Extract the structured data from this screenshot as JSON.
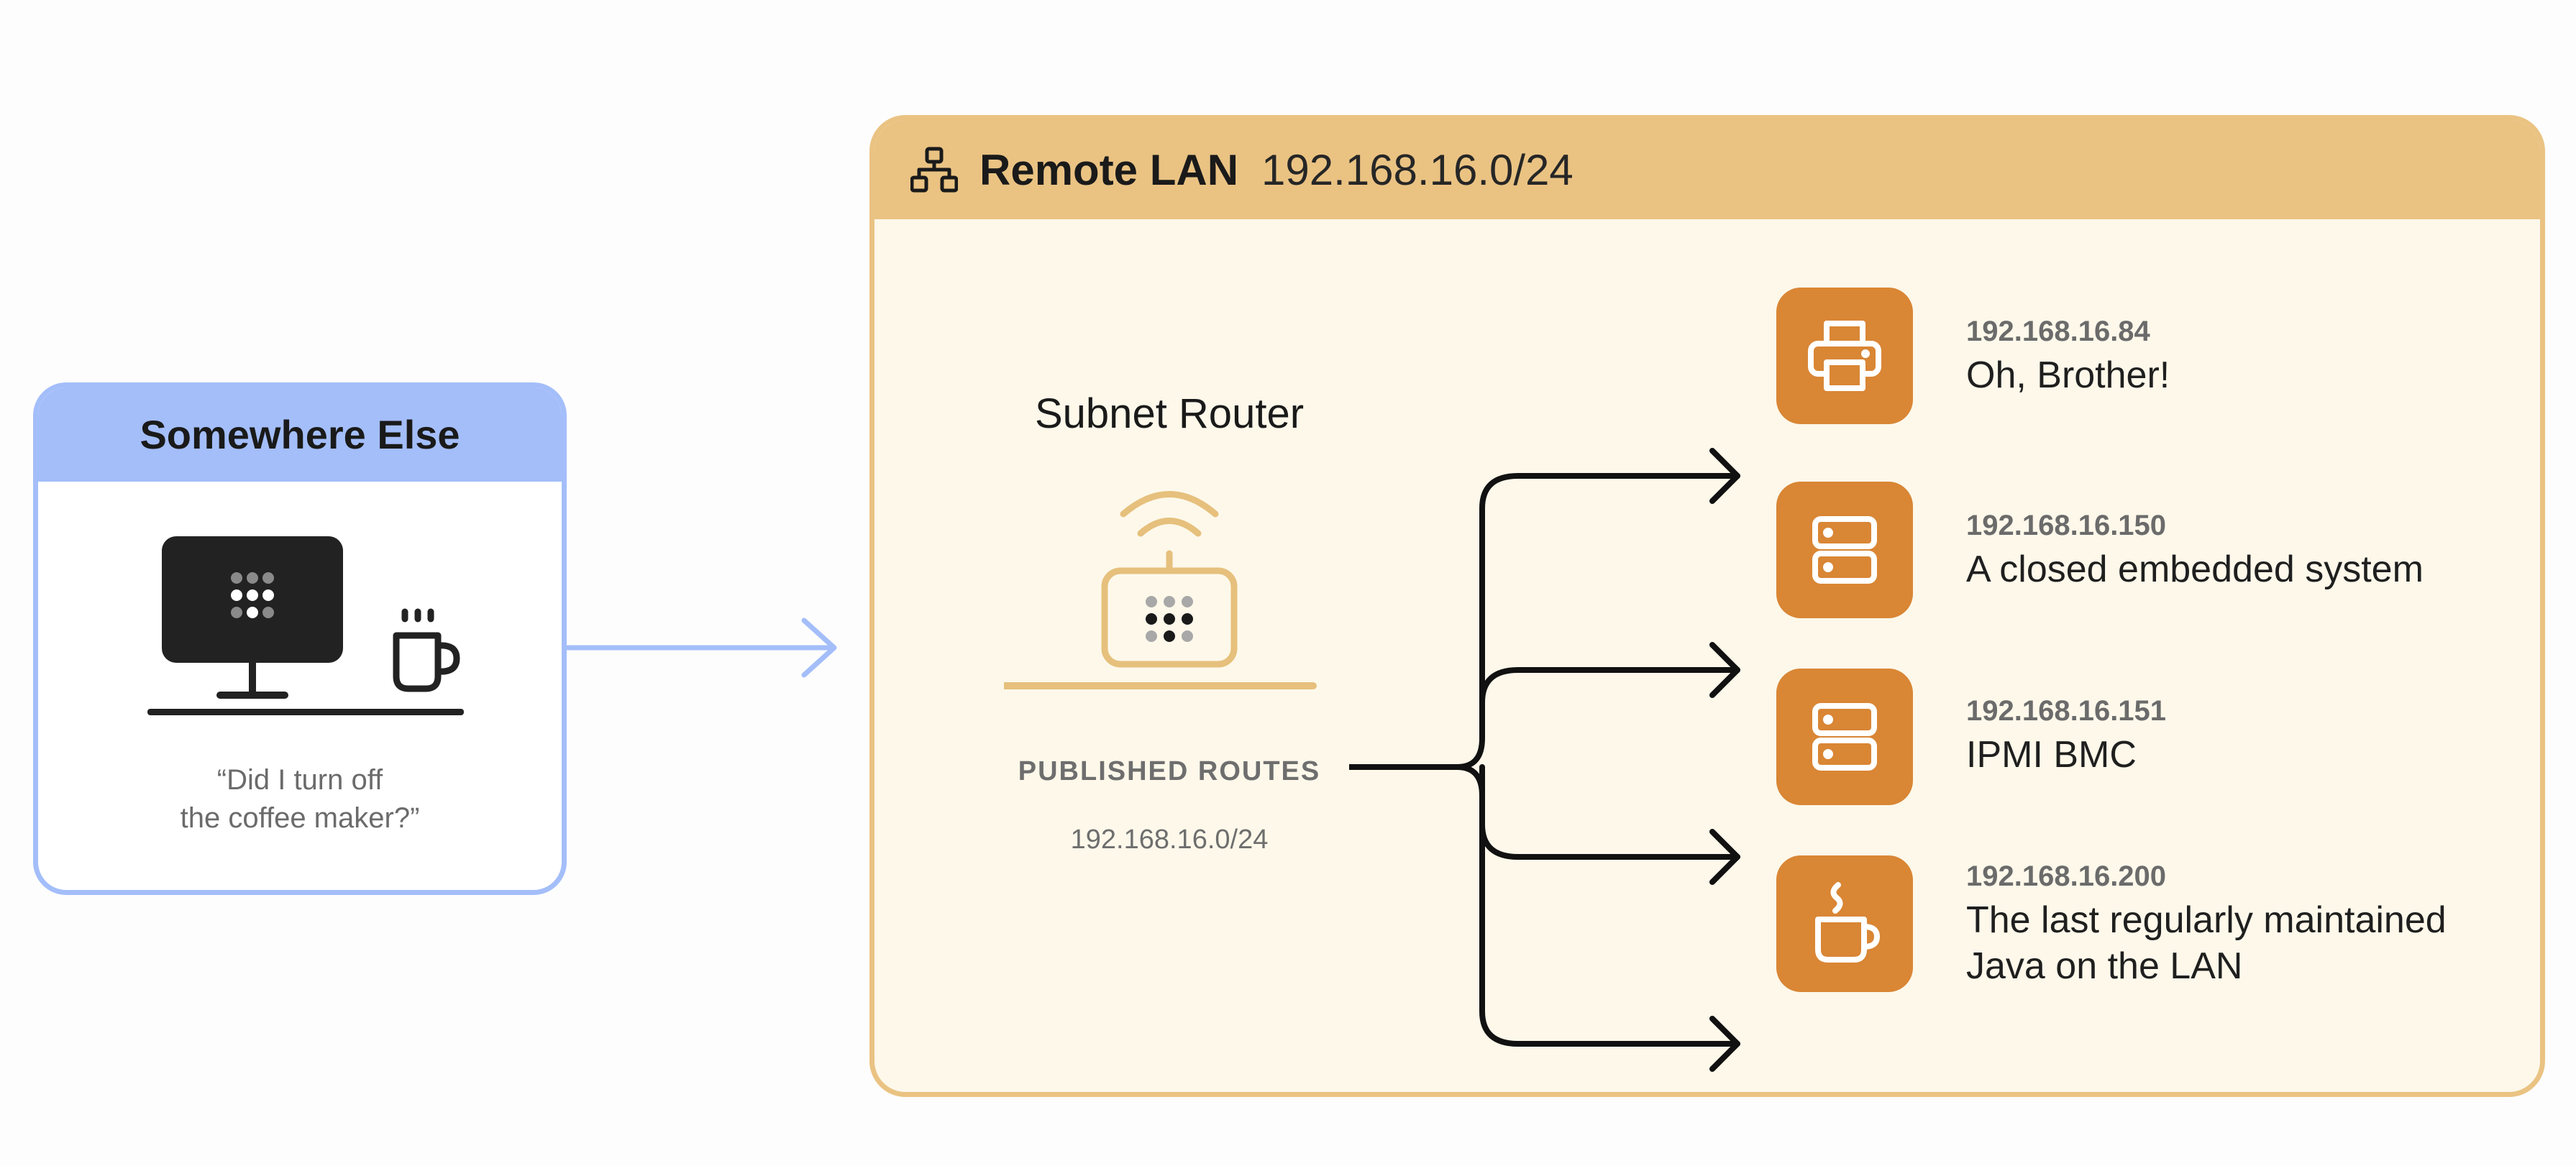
{
  "somewhere_else": {
    "title": "Somewhere Else",
    "quote_line1": "“Did I turn off",
    "quote_line2": "the coffee maker?”"
  },
  "remote_lan": {
    "title": "Remote LAN",
    "subnet": "192.168.16.0/24",
    "router": {
      "title": "Subnet Router",
      "published_routes_label": "PUBLISHED ROUTES",
      "published_routes_value": "192.168.16.0/24"
    },
    "devices": [
      {
        "icon": "printer-icon",
        "ip": "192.168.16.84",
        "name_lines": [
          "Oh, Brother!"
        ]
      },
      {
        "icon": "server-icon",
        "ip": "192.168.16.150",
        "name_lines": [
          "A closed embedded system"
        ]
      },
      {
        "icon": "server-icon",
        "ip": "192.168.16.151",
        "name_lines": [
          "IPMI BMC"
        ]
      },
      {
        "icon": "coffee-cup-icon",
        "ip": "192.168.16.200",
        "name_lines": [
          "The last regularly maintained",
          "Java on the LAN"
        ]
      }
    ]
  },
  "colors": {
    "blue_accent": "#a4befa",
    "lan_accent": "#eac383",
    "lan_background": "#fdf8ea",
    "device_orange": "#d98635",
    "router_gold": "#e6c07c"
  }
}
